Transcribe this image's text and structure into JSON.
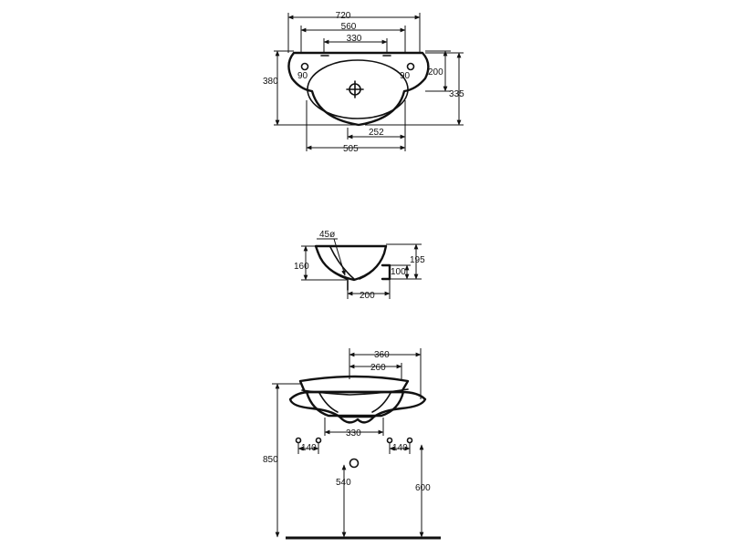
{
  "top_view": {
    "overall_width": "720",
    "tap_span": "560",
    "hole_span": "330",
    "hole_offset_left": "90",
    "hole_offset_right": "90",
    "total_depth": "380",
    "front_depth": "335",
    "bracket_offset": "200",
    "bowl_width": "505",
    "bowl_half": "252"
  },
  "side_view": {
    "overflow_diameter": "45ø",
    "bowl_height": "160",
    "total_height": "195",
    "waste_height": "100",
    "waste_offset": "200"
  },
  "front_view": {
    "bowl_span": "360",
    "bowl_inner": "260",
    "support_span": "330",
    "fixing_left": "140",
    "fixing_right": "140",
    "mount_height": "850",
    "waste_height": "540",
    "supply_height": "600"
  }
}
